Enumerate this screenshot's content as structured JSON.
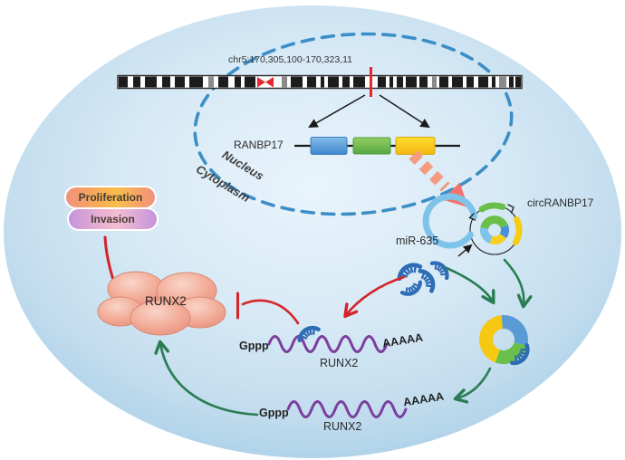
{
  "chromosome": {
    "locus_label": "chr5:170,305,100-170,323,11"
  },
  "gene": {
    "label": "RANBP17"
  },
  "compartments": {
    "nucleus": "Nucleus",
    "cytoplasm": "Cytoplasm"
  },
  "circrna": {
    "label": "circRANBP17"
  },
  "mirna": {
    "label": "miR-635"
  },
  "mrna_top": {
    "cap": "Gppp",
    "gene": "RUNX2",
    "poly_a": "AAAAA"
  },
  "mrna_bottom": {
    "cap": "Gppp",
    "gene": "RUNX2",
    "poly_a": "AAAAA"
  },
  "protein": {
    "label": "RUNX2"
  },
  "outcomes": {
    "proliferation": "Proliferation",
    "invasion": "Invasion"
  },
  "colors": {
    "cell_fill_edge": "#a9cfe7",
    "cell_fill_center": "#e7f2fa",
    "nucleus_dash_blue": "#3b8ec6",
    "exon_blue": "#4a90d9",
    "exon_green": "#6abf4b",
    "exon_yellow": "#f8cf1c",
    "mirna_blue": "#2e6cb5",
    "mrna_purple": "#7a3f9d",
    "inhibition_red": "#d5232a",
    "activation_green": "#2a7d52",
    "protein_pink": "#f2ab97",
    "centromere_red": "#e8262d",
    "back_splice_pink": "#f4726d"
  }
}
